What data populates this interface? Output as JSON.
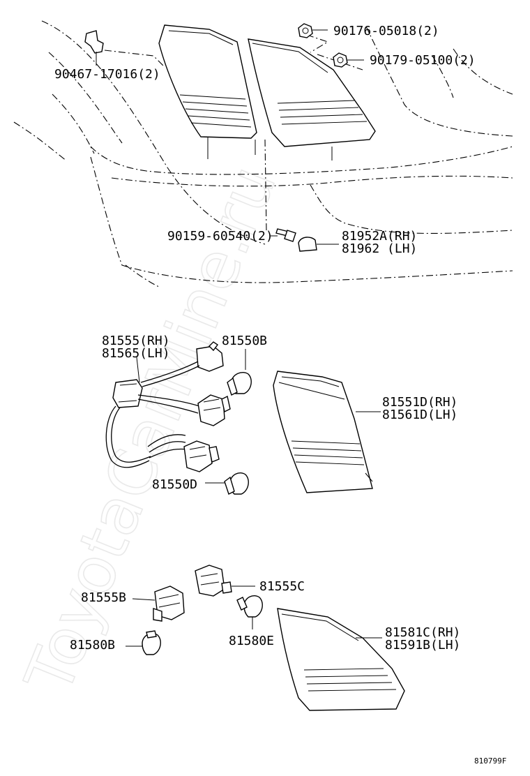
{
  "watermark": "ToyotaCarMine.ru",
  "diagram_code": "810799F",
  "labels": {
    "clip_90467": "90467-17016(2)",
    "nut_90176": "90176-05018(2)",
    "nut_90179": "90179-05100(2)",
    "screw_90159": "90159-60540(2)",
    "cover_rh": "81952A(RH)",
    "cover_lh": "81962  (LH)",
    "socket_rh": "81555(RH)",
    "socket_lh": "81565(LH)",
    "bulb_81550b": "81550B",
    "bulb_81550d": "81550D",
    "lens_rh": "81551D(RH)",
    "lens_lh": "81561D(LH)",
    "socket_81555b": "81555B",
    "socket_81555c": "81555C",
    "bulb_81580b": "81580B",
    "bulb_81580e": "81580E",
    "inner_lens_rh": "81581C(RH)",
    "inner_lens_lh": "81591B(LH)"
  }
}
